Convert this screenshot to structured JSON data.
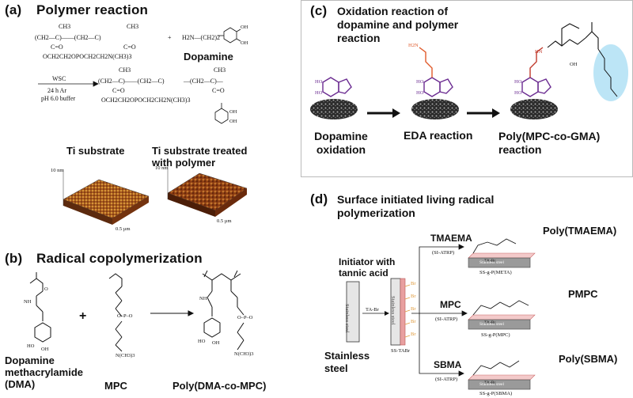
{
  "panel_a": {
    "label": "(a)",
    "title": "Polymer reaction",
    "dopamine": "Dopamine",
    "wsc": "WSC",
    "cond1": "24 h Ar",
    "cond2": "pH 6.0 buffer",
    "formula_ch3": "CH3",
    "formula_main": "(CH2—C)——(CH2—C)",
    "formula_co": "C=O",
    "formula_side": "OCH2CH2OPOCH2CH2N(CH3)3",
    "formula_amine": "H2N—(CH2)2",
    "ti_label": "Ti substrate",
    "ti_treated_label": "Ti substrate treated with polymer",
    "afm_z1": "10 nm",
    "afm_z2": "10 nm",
    "afm_x": "0.5 µm",
    "afm_y": "0.5 µm"
  },
  "panel_b": {
    "label": "(b)",
    "title": "Radical copolymerization",
    "dma": "Dopamine methacrylamide (DMA)",
    "plus": "+",
    "mpc": "MPC",
    "product": "Poly(DMA-co-MPC)"
  },
  "panel_c": {
    "label": "(c)",
    "title": "Oxidation reaction of dopamine and polymer reaction",
    "step1": "Dopamine oxidation",
    "step2": "EDA reaction",
    "step3": "Poly(MPC-co-GMA) reaction"
  },
  "panel_d": {
    "label": "(d)",
    "title": "Surface initiated living radical polymerization",
    "initiator": "Initiator with tannic acid",
    "ta_br": "TA-Br",
    "ss_tabr": "SS-TABr",
    "stainless": "Stainless steel",
    "stainless_vertical": "Stainless steel",
    "rows": [
      {
        "monomer": "TMAEMA",
        "method": "(SI-ATRP)",
        "sample": "SS-g-P(META)",
        "polymer": "Poly(TMAEMA)"
      },
      {
        "monomer": "MPC",
        "method": "(SI-ATRP)",
        "sample": "SS-g-P(MPC)",
        "polymer": "PMPC"
      },
      {
        "monomer": "SBMA",
        "method": "(SI-ATRP)",
        "sample": "SS-g-P(SBMA)",
        "polymer": "Poly(SBMA)"
      }
    ],
    "substrate_top": "TA-Br",
    "substrate_bottom": "Stainless steel",
    "br": "Br"
  },
  "colors": {
    "catechol_purple": "#6b2c91",
    "amine_orange": "#e05a2a",
    "linker_red": "#c0392b",
    "zwitterion_blue": "#8fd3f0",
    "steel_pink": "#e8a0a0",
    "afm_brown": "#8a3b12"
  }
}
